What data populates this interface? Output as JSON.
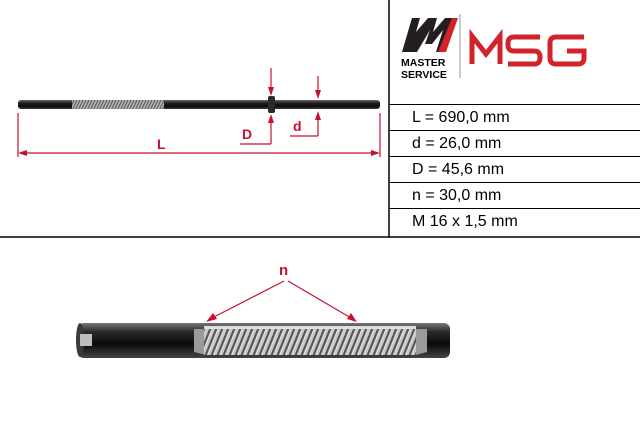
{
  "brand": {
    "line1": "MASTER",
    "line2": "SERVICE",
    "wordmark": "MSG",
    "accent_color": "#d2232a",
    "dark_color": "#231f20"
  },
  "labels": {
    "L": "L",
    "D": "D",
    "d": "d",
    "n": "n"
  },
  "specs": [
    "L = 690,0 mm",
    "d = 26,0 mm",
    "D = 45,6 mm",
    "n = 30,0 mm",
    "M 16 x 1,5 mm"
  ],
  "colors": {
    "dimension": "#c8102e",
    "rod": "#1a1a1a"
  }
}
